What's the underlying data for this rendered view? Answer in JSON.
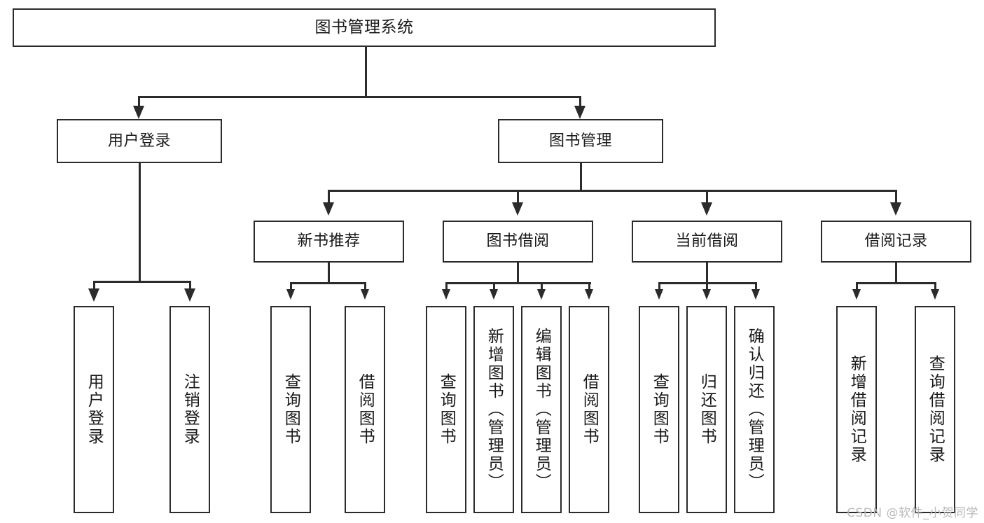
{
  "diagram": {
    "type": "hierarchy-tree",
    "title": "图书管理系统",
    "root": {
      "label": "图书管理系统"
    },
    "level2": [
      {
        "label": "用户登录"
      },
      {
        "label": "图书管理"
      }
    ],
    "level3": [
      {
        "label": "新书推荐"
      },
      {
        "label": "图书借阅"
      },
      {
        "label": "当前借阅"
      },
      {
        "label": "借阅记录"
      }
    ],
    "leaves": {
      "user_login": [
        {
          "label": "用户登录"
        },
        {
          "label": "注销登录"
        }
      ],
      "new_book_recommend": [
        {
          "label": "查询图书"
        },
        {
          "label": "借阅图书"
        }
      ],
      "book_borrow": [
        {
          "label": "查询图书"
        },
        {
          "label": "新增图书（管理员）"
        },
        {
          "label": "编辑图书（管理员）"
        },
        {
          "label": "借阅图书"
        }
      ],
      "current_borrow": [
        {
          "label": "查询图书"
        },
        {
          "label": "归还图书"
        },
        {
          "label": "确认归还（管理员）"
        }
      ],
      "borrow_record": [
        {
          "label": "新增借阅记录"
        },
        {
          "label": "查询借阅记录"
        }
      ]
    }
  },
  "watermark": {
    "text": "CSDN @软件_小贺同学"
  },
  "colors": {
    "stroke": "#2b2b2b",
    "fill": "#ffffff",
    "text": "#1a1a1a",
    "watermark": "#b9b9b9"
  }
}
